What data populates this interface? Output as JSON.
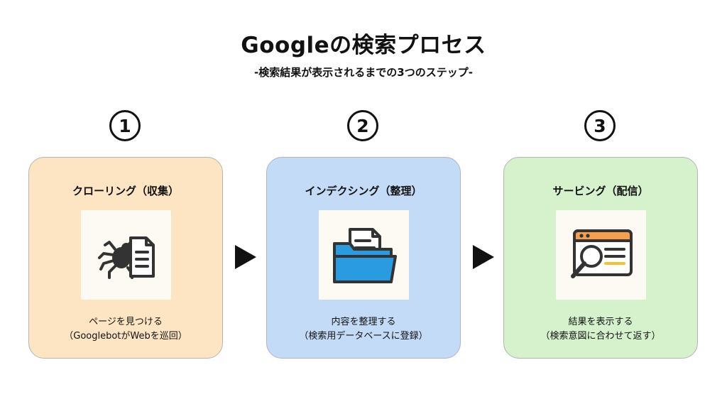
{
  "header": {
    "title": "Googleの検索プロセス",
    "subtitle": "-検索結果が表示されるまでの3つのステップ-"
  },
  "steps": [
    {
      "number": "1",
      "title": "クローリング（収集）",
      "icon": "spider-document-icon",
      "desc_line1": "ページを見つける",
      "desc_line2": "（GooglebotがWebを巡回）",
      "color": "#fde5c3"
    },
    {
      "number": "2",
      "title": "インデクシング（整理）",
      "icon": "folder-document-icon",
      "desc_line1": "内容を整理する",
      "desc_line2": "（検索用データベースに登録）",
      "color": "#c4dbf8"
    },
    {
      "number": "3",
      "title": "サービング（配信）",
      "icon": "search-window-icon",
      "desc_line1": "結果を表示する",
      "desc_line2": "（検索意図に合わせて返す）",
      "color": "#d5f2cd"
    }
  ],
  "colors": {
    "folder_blue": "#2a9be0",
    "window_orange": "#f7a04b",
    "highlight_yellow": "#f3c232",
    "ink": "#333333"
  }
}
